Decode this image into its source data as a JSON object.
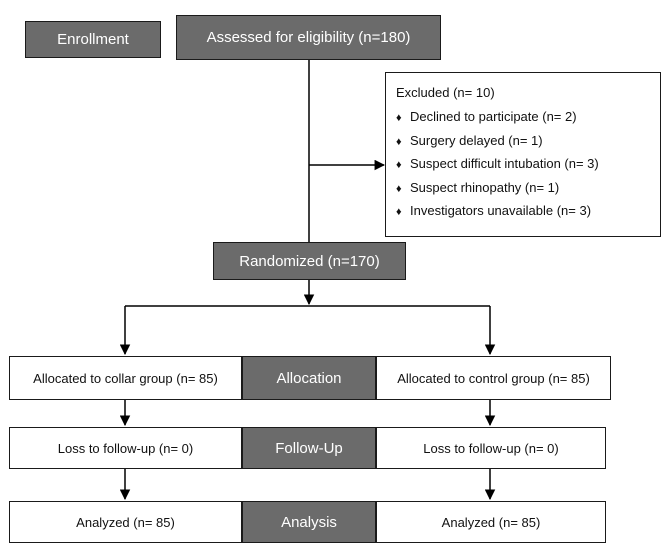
{
  "stages": {
    "enrollment": "Enrollment",
    "allocation": "Allocation",
    "follow_up": "Follow-Up",
    "analysis": "Analysis"
  },
  "assessed": "Assessed for eligibility (n=180)",
  "excluded": {
    "title": "Excluded (n= 10)",
    "bullet": "♦",
    "reasons": [
      "Declined to participate (n= 2)",
      "Surgery delayed (n= 1)",
      "Suspect difficult intubation (n= 3)",
      "Suspect rhinopathy  (n= 1)",
      "Investigators unavailable (n= 3)"
    ]
  },
  "randomized": "Randomized (n=170)",
  "collar_group": {
    "allocated": "Allocated to collar group (n= 85)",
    "follow_up": "Loss to follow-up (n= 0)",
    "analyzed": "Analyzed (n= 85)"
  },
  "control_group": {
    "allocated": "Allocated to control group (n= 85)",
    "follow_up": "Loss to follow-up (n= 0)",
    "analyzed": "Analyzed (n= 85)"
  },
  "colors": {
    "stage_fill": "#6b6b6b",
    "line": "#000000"
  }
}
